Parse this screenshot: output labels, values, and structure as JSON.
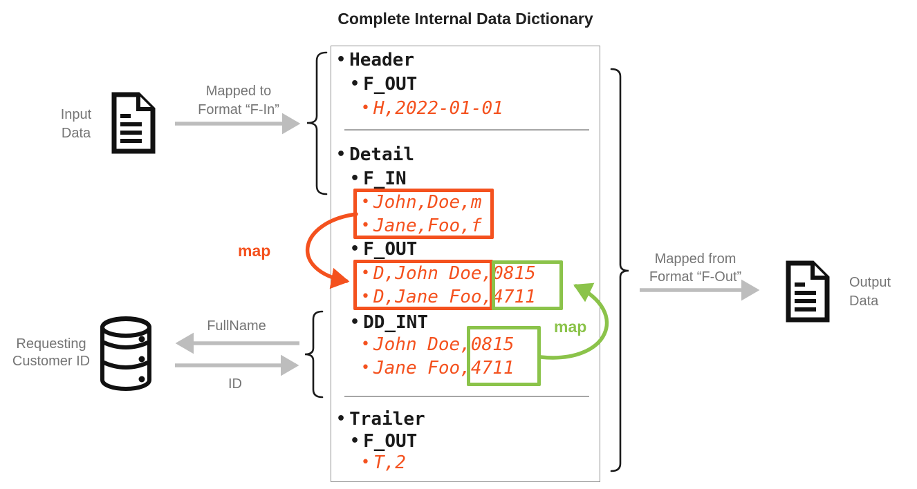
{
  "title": "Complete Internal Data Dictionary",
  "colors": {
    "orange": "#F4511E",
    "green": "#8BC34A",
    "text_gray": "#757575",
    "arrow_gray": "#BDBDBD",
    "ink": "#1A1A1A",
    "divider": "#A6A6A6",
    "box_border": "#8E8E8E"
  },
  "input_flow": {
    "label_line1": "Input",
    "label_line2": "Data",
    "arrow_label_line1": "Mapped to",
    "arrow_label_line2": "Format “F-In”"
  },
  "output_flow": {
    "label_line1": "Output",
    "label_line2": "Data",
    "arrow_label_line1": "Mapped from",
    "arrow_label_line2": "Format “F-Out”"
  },
  "database_flow": {
    "label_line1": "Requesting",
    "label_line2": "Customer ID",
    "request_label": "FullName",
    "response_label": "ID"
  },
  "map_labels": {
    "fin_to_fout": "map",
    "ddint_to_fout": "map"
  },
  "dictionary": {
    "bullet": "•",
    "rows": [
      {
        "text": "Header",
        "level": 1,
        "kind": "name"
      },
      {
        "text": "F_OUT",
        "level": 2,
        "kind": "name"
      },
      {
        "text": "H,2022-01-01",
        "level": 3,
        "kind": "value"
      },
      {
        "text": "Detail",
        "level": 1,
        "kind": "name"
      },
      {
        "text": "F_IN",
        "level": 2,
        "kind": "name"
      },
      {
        "text": "John,Doe,m",
        "level": 3,
        "kind": "value"
      },
      {
        "text": "Jane,Foo,f",
        "level": 3,
        "kind": "value"
      },
      {
        "text": "F_OUT",
        "level": 2,
        "kind": "name"
      },
      {
        "text": "D,John Doe,0815",
        "level": 3,
        "kind": "value"
      },
      {
        "text": "D,Jane Foo,4711",
        "level": 3,
        "kind": "value"
      },
      {
        "text": "DD_INT",
        "level": 2,
        "kind": "name"
      },
      {
        "text": "John Doe,0815",
        "level": 3,
        "kind": "value"
      },
      {
        "text": "Jane Foo,4711",
        "level": 3,
        "kind": "value"
      },
      {
        "text": "Trailer",
        "level": 1,
        "kind": "name"
      },
      {
        "text": "F_OUT",
        "level": 2,
        "kind": "name"
      },
      {
        "text": "T,2",
        "level": 3,
        "kind": "value"
      }
    ]
  }
}
